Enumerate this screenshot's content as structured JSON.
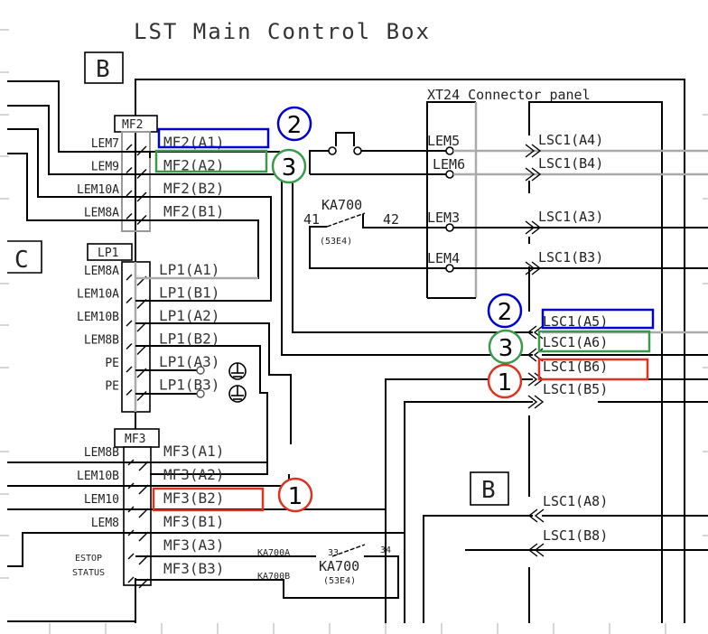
{
  "title": "LST Main Control Box",
  "sheet_refs": {
    "top_left": "B",
    "left": "C",
    "bottom_right": "B"
  },
  "connector_panel_title": "XT24 Connector panel",
  "terminal_blocks": {
    "mf2": {
      "name": "MF2",
      "rows": [
        {
          "wire": "LEM7",
          "terminal": "MF2(A1)"
        },
        {
          "wire": "LEM9",
          "terminal": "MF2(A2)"
        },
        {
          "wire": "LEM10A",
          "terminal": "MF2(B2)"
        },
        {
          "wire": "LEM8A",
          "terminal": "MF2(B1)"
        }
      ]
    },
    "lp1": {
      "name": "LP1",
      "rows": [
        {
          "wire": "LEM8A",
          "terminal": "LP1(A1)"
        },
        {
          "wire": "LEM10A",
          "terminal": "LP1(B1)"
        },
        {
          "wire": "LEM10B",
          "terminal": "LP1(A2)"
        },
        {
          "wire": "LEM8B",
          "terminal": "LP1(B2)"
        },
        {
          "wire": "PE",
          "terminal": "LP1(A3)"
        },
        {
          "wire": "PE",
          "terminal": "LP1(B3)"
        }
      ]
    },
    "mf3": {
      "name": "MF3",
      "rows": [
        {
          "wire": "LEM8B",
          "terminal": "MF3(A1)"
        },
        {
          "wire": "LEM10B",
          "terminal": "MF3(A2)"
        },
        {
          "wire": "LEM10",
          "terminal": "MF3(B2)"
        },
        {
          "wire": "LEM8",
          "terminal": "MF3(B1)"
        },
        {
          "wire": "",
          "terminal": "MF3(A3)"
        },
        {
          "wire": "",
          "terminal": "MF3(B3)"
        }
      ],
      "estop_label": [
        "ESTOP",
        "STATUS"
      ]
    }
  },
  "xt24_labels": [
    "LEM5",
    "LEM6",
    "LEM3",
    "LEM4"
  ],
  "lsc1_terminals": {
    "upper": [
      "LSC1(A4)",
      "LSC1(B4)",
      "LSC1(A3)",
      "LSC1(B3)"
    ],
    "middle": [
      "LSC1(A5)",
      "LSC1(A6)",
      "LSC1(B6)",
      "LSC1(B5)"
    ],
    "lower": [
      "LSC1(A8)",
      "LSC1(B8)"
    ]
  },
  "relay_top": {
    "name": "KA700",
    "pin_in": "41",
    "pin_out": "42",
    "ref": "(53E4)"
  },
  "relay_bottom": {
    "name": "KA700",
    "pin_in": "33",
    "pin_out": "34",
    "ref": "(53E4)",
    "wire_a": "KA700A",
    "wire_b": "KA700B"
  },
  "annotations": [
    {
      "number": "2",
      "color": "#0000cc",
      "marks": [
        "MF2(A1)",
        "LSC1(A5)"
      ]
    },
    {
      "number": "3",
      "color": "#3a9a4a",
      "marks": [
        "MF2(A2)",
        "LSC1(A6)"
      ]
    },
    {
      "number": "1",
      "color": "#dd3322",
      "marks": [
        "MF3(B2)",
        "LSC1(B6)"
      ]
    }
  ]
}
